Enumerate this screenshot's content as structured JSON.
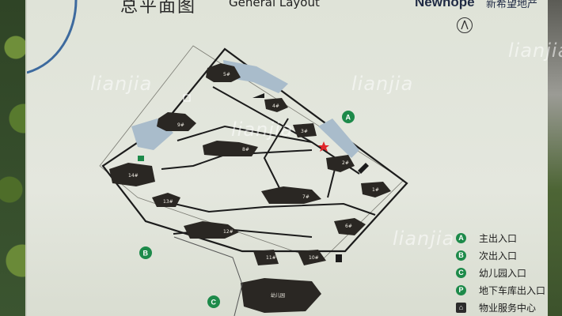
{
  "header": {
    "title_cn": "总平面图",
    "title_en": "General Layout",
    "brand_en": "Newhope",
    "brand_cn": "新希望地产"
  },
  "watermark": "lianjia",
  "buildings": [
    {
      "id": "b5",
      "label": "5#"
    },
    {
      "id": "b4",
      "label": "4#"
    },
    {
      "id": "b9",
      "label": "9#"
    },
    {
      "id": "b3",
      "label": "3#"
    },
    {
      "id": "b8",
      "label": "8#"
    },
    {
      "id": "b14",
      "label": "14#"
    },
    {
      "id": "b2",
      "label": "2#"
    },
    {
      "id": "b1",
      "label": "1#"
    },
    {
      "id": "b13",
      "label": "13#"
    },
    {
      "id": "b7",
      "label": "7#"
    },
    {
      "id": "b6",
      "label": "6#"
    },
    {
      "id": "b12",
      "label": "12#"
    },
    {
      "id": "b11",
      "label": "11#"
    },
    {
      "id": "b10",
      "label": "10#"
    },
    {
      "id": "kg",
      "label": "幼儿园"
    }
  ],
  "entrances": [
    {
      "letter": "A",
      "color": "#1d8a4a"
    },
    {
      "letter": "B",
      "color": "#1d8a4a"
    },
    {
      "letter": "C",
      "color": "#1d8a4a"
    }
  ],
  "legend": [
    {
      "badge": "A",
      "label": "主出入口"
    },
    {
      "badge": "B",
      "label": "次出入口"
    },
    {
      "badge": "C",
      "label": "幼儿园入口"
    },
    {
      "badge": "P",
      "label": "地下车库出入口"
    },
    {
      "badge": "",
      "label": "物业服务中心",
      "icon": "building-service-icon"
    }
  ],
  "colors": {
    "building": "#2a2723",
    "road": "#1b1b1b",
    "water": "#a9bccb",
    "entrance": "#1d8a4a",
    "star": "#e0262a",
    "path_blue": "#3d6a9e"
  }
}
